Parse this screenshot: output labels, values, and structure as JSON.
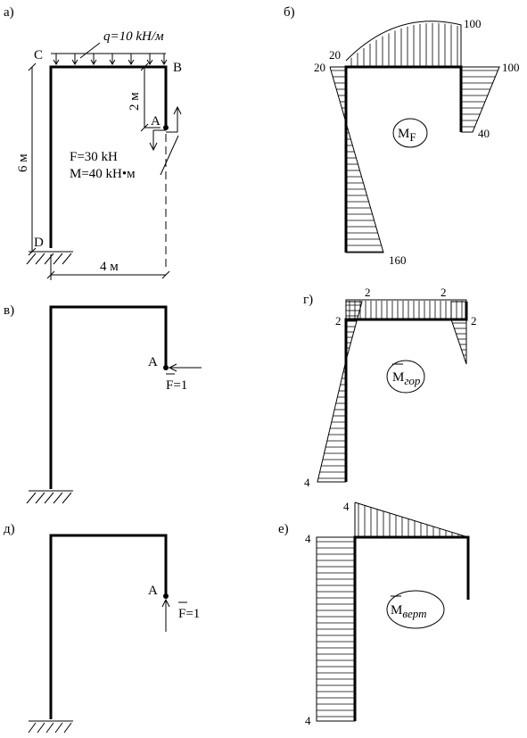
{
  "panels": {
    "a": {
      "letter": "а)",
      "load_q": "q=10 kH/м",
      "node_c": "C",
      "node_b": "B",
      "node_d": "D",
      "node_a": "A",
      "dim_2m": "2 м",
      "dim_6m": "6 м",
      "dim_4m": "4 м",
      "force_f": "F=30 kH",
      "moment_m": "M=40 kH•м"
    },
    "b": {
      "letter": "б)",
      "diagram_label": "M",
      "diagram_sub": "F",
      "v_20_top": "20",
      "v_20_left": "20",
      "v_100_top": "100",
      "v_100_right": "100",
      "v_40": "40",
      "v_160": "160"
    },
    "v": {
      "letter": "в)",
      "node_a": "A",
      "force": "F=1"
    },
    "g": {
      "letter": "г)",
      "diagram_label": "M",
      "diagram_sub": "гор",
      "v_2_a": "2",
      "v_2_b": "2",
      "v_2_c": "2",
      "v_2_d": "2",
      "v_4": "4"
    },
    "d": {
      "letter": "д)",
      "node_a": "A",
      "force": "F=1"
    },
    "e": {
      "letter": "е)",
      "diagram_label": "M",
      "diagram_sub": "верт",
      "v_4_top": "4",
      "v_4_left": "4",
      "v_4_bottom": "4"
    }
  }
}
